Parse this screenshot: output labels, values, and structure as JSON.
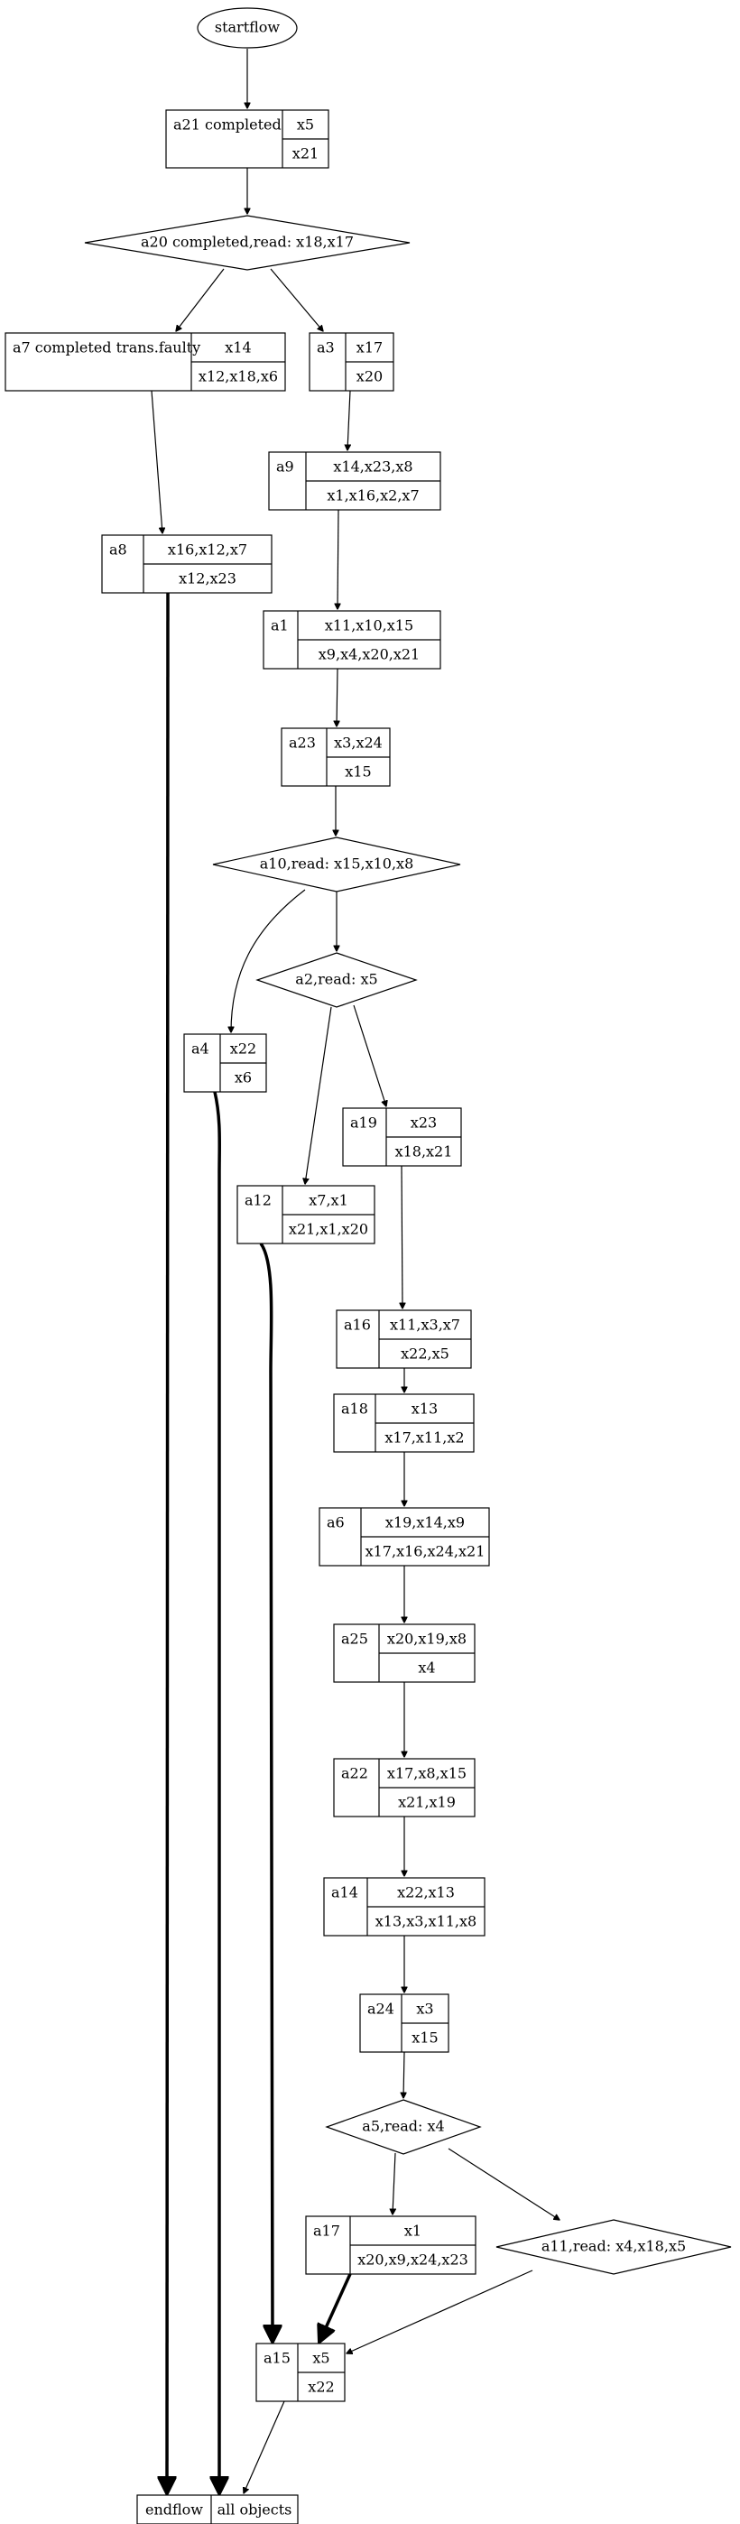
{
  "nodes": {
    "start": {
      "label": "startflow"
    },
    "a21": {
      "name": "a21 completed",
      "top": "x5",
      "bottom": "x21"
    },
    "d_a20": {
      "label": "a20 completed,read: x18,x17"
    },
    "a7": {
      "name": "a7 completed trans.faulty",
      "top": "x14",
      "bottom": "x12,x18,x6"
    },
    "a3": {
      "name": "a3",
      "top": "x17",
      "bottom": "x20"
    },
    "a9": {
      "name": "a9",
      "top": "x14,x23,x8",
      "bottom": "x1,x16,x2,x7"
    },
    "a8": {
      "name": "a8",
      "top": "x16,x12,x7",
      "bottom": "x12,x23"
    },
    "a1": {
      "name": "a1",
      "top": "x11,x10,x15",
      "bottom": "x9,x4,x20,x21"
    },
    "a23": {
      "name": "a23",
      "top": "x3,x24",
      "bottom": "x15"
    },
    "d_a10": {
      "label": "a10,read: x15,x10,x8"
    },
    "d_a2": {
      "label": "a2,read: x5"
    },
    "a4": {
      "name": "a4",
      "top": "x22",
      "bottom": "x6"
    },
    "a19": {
      "name": "a19",
      "top": "x23",
      "bottom": "x18,x21"
    },
    "a12": {
      "name": "a12",
      "top": "x7,x1",
      "bottom": "x21,x1,x20"
    },
    "a16": {
      "name": "a16",
      "top": "x11,x3,x7",
      "bottom": "x22,x5"
    },
    "a18": {
      "name": "a18",
      "top": "x13",
      "bottom": "x17,x11,x2"
    },
    "a6": {
      "name": "a6",
      "top": "x19,x14,x9",
      "bottom": "x17,x16,x24,x21"
    },
    "a25": {
      "name": "a25",
      "top": "x20,x19,x8",
      "bottom": "x4"
    },
    "a22": {
      "name": "a22",
      "top": "x17,x8,x15",
      "bottom": "x21,x19"
    },
    "a14": {
      "name": "a14",
      "top": "x22,x13",
      "bottom": "x13,x3,x11,x8"
    },
    "a24": {
      "name": "a24",
      "top": "x3",
      "bottom": "x15"
    },
    "d_a5": {
      "label": "a5,read: x4"
    },
    "a17": {
      "name": "a17",
      "top": "x1",
      "bottom": "x20,x9,x24,x23"
    },
    "d_a11": {
      "label": "a11,read: x4,x18,x5"
    },
    "a15": {
      "name": "a15",
      "top": "x5",
      "bottom": "x22"
    },
    "end": {
      "left": "endflow",
      "right": "all objects"
    }
  },
  "edges": [
    {
      "from": "start",
      "to": "a21",
      "style": "normal"
    },
    {
      "from": "a21",
      "to": "d_a20",
      "style": "normal"
    },
    {
      "from": "d_a20",
      "to": "a7",
      "style": "normal"
    },
    {
      "from": "d_a20",
      "to": "a3",
      "style": "normal"
    },
    {
      "from": "a7",
      "to": "a8",
      "style": "normal"
    },
    {
      "from": "a3",
      "to": "a9",
      "style": "normal"
    },
    {
      "from": "a9",
      "to": "a1",
      "style": "normal"
    },
    {
      "from": "a1",
      "to": "a23",
      "style": "normal"
    },
    {
      "from": "a23",
      "to": "d_a10",
      "style": "normal"
    },
    {
      "from": "d_a10",
      "to": "a4",
      "style": "normal"
    },
    {
      "from": "d_a10",
      "to": "d_a2",
      "style": "normal"
    },
    {
      "from": "d_a2",
      "to": "a19",
      "style": "normal"
    },
    {
      "from": "d_a2",
      "to": "a12",
      "style": "normal"
    },
    {
      "from": "a19",
      "to": "a16",
      "style": "normal"
    },
    {
      "from": "a16",
      "to": "a18",
      "style": "normal"
    },
    {
      "from": "a18",
      "to": "a6",
      "style": "normal"
    },
    {
      "from": "a6",
      "to": "a25",
      "style": "normal"
    },
    {
      "from": "a25",
      "to": "a22",
      "style": "normal"
    },
    {
      "from": "a22",
      "to": "a14",
      "style": "normal"
    },
    {
      "from": "a14",
      "to": "a24",
      "style": "normal"
    },
    {
      "from": "a24",
      "to": "d_a5",
      "style": "normal"
    },
    {
      "from": "d_a5",
      "to": "a17",
      "style": "normal"
    },
    {
      "from": "d_a5",
      "to": "d_a11",
      "style": "normal"
    },
    {
      "from": "d_a11",
      "to": "a15",
      "style": "normal"
    },
    {
      "from": "a17",
      "to": "a15",
      "style": "bold"
    },
    {
      "from": "a12",
      "to": "a15",
      "style": "bold"
    },
    {
      "from": "a15",
      "to": "end",
      "style": "normal"
    },
    {
      "from": "a8",
      "to": "end",
      "style": "bold"
    },
    {
      "from": "a4",
      "to": "end",
      "style": "bold"
    }
  ]
}
